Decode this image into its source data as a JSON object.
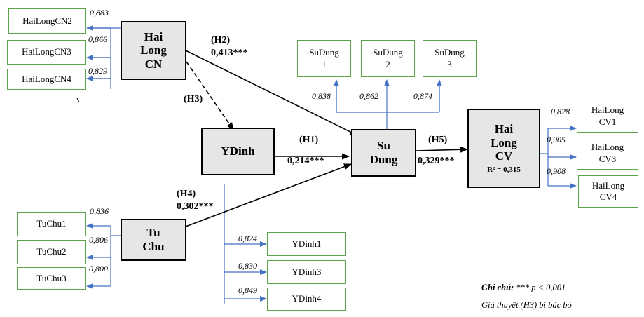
{
  "constructs": {
    "hailong_cn": "Hai\nLong\nCN",
    "ydinh": "YDinh",
    "tuchu": "Tu\nChu",
    "sudung": "Su\nDung",
    "hailong_cv": "Hai\nLong\nCV",
    "hailong_cv_r2": "R² =  0,315"
  },
  "indicators": {
    "hailongcn2": "HaiLongCN2",
    "hailongcn3": "HaiLongCN3",
    "hailongcn4": "HaiLongCN4",
    "sudung1": "SuDung\n1",
    "sudung2": "SuDung\n2",
    "sudung3": "SuDung\n3",
    "hailongcv1": "HaiLong\nCV1",
    "hailongcv3": "HaiLong\nCV3",
    "hailongcv4": "HaiLong\nCV4",
    "tuchu1": "TuChu1",
    "tuchu2": "TuChu2",
    "tuchu3": "TuChu3",
    "ydinh1": "YDinh1",
    "ydinh3": "YDinh3",
    "ydinh4": "YDinh4"
  },
  "loadings": {
    "hailongcn2": "0,883",
    "hailongcn3": "0,866",
    "hailongcn4": "0,829",
    "sudung1": "0,838",
    "sudung2": "0,862",
    "sudung3": "0,874",
    "hailongcv1": "0,828",
    "hailongcv3": "0,905",
    "hailongcv4": "0,908",
    "tuchu1": "0,836",
    "tuchu2": "0,806",
    "tuchu3": "0,800",
    "ydinh1": "0,824",
    "ydinh3": "0,830",
    "ydinh4": "0,849"
  },
  "paths": {
    "h2": "(H2)\n0,413***",
    "h3": "(H3)",
    "h1_label": "(H1)",
    "h1_value": "0,214***",
    "h4": "(H4)\n0,302***",
    "h5_label": "(H5)",
    "h5_value": "0,329***"
  },
  "note": {
    "title": "Ghi chú:",
    "line1_rest": " *** p < 0,001",
    "line2": "Giả thuyết (H3) bị bác bỏ"
  }
}
